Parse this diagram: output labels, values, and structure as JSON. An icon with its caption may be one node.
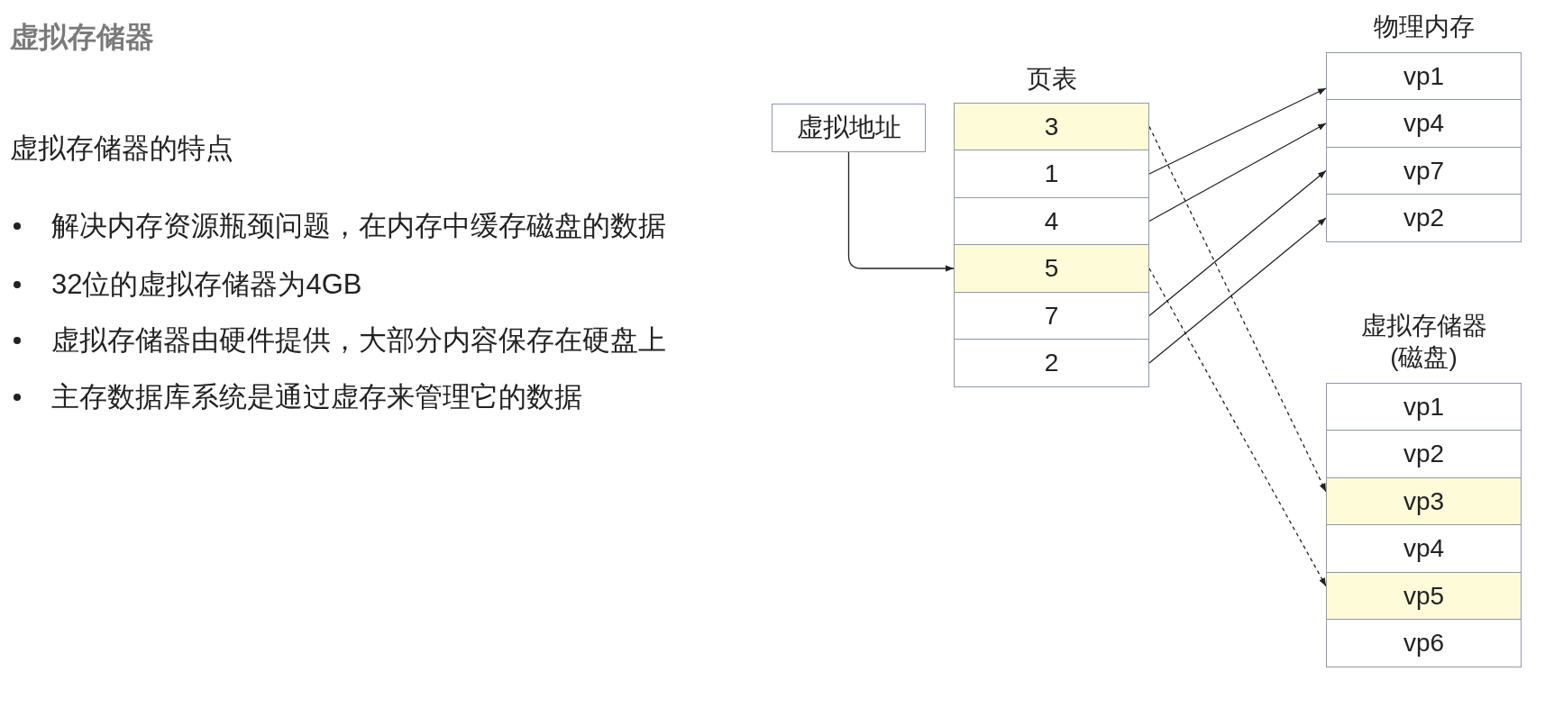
{
  "diagram": {
    "title": "虚拟存储器",
    "nodes": [
      {
        "text": [
          "虚拟地址"
        ]
      },
      {
        "text": [
          "页表"
        ]
      },
      {
        "text": [
          "3"
        ],
        "in": 1
      },
      {
        "text": [
          "1"
        ],
        "in": 1
      },
      {
        "text": [
          "4"
        ],
        "in": 1
      },
      {
        "text": [
          "5"
        ],
        "in": 1
      },
      {
        "text": [
          "7"
        ],
        "in": 1
      },
      {
        "text": [
          "2"
        ],
        "in": 1
      },
      {
        "text": [
          "物理内存"
        ]
      },
      {
        "text": [
          "vp1"
        ],
        "in": 8
      },
      {
        "text": [
          "vp4"
        ],
        "in": 8
      },
      {
        "text": [
          "vp7"
        ],
        "in": 8
      },
      {
        "text": [
          "vp2"
        ],
        "in": 8
      },
      {
        "text": [
          "虚拟存储器(磁盘)"
        ]
      },
      {
        "text": [
          "vp1"
        ],
        "in": 13
      },
      {
        "text": [
          "vp2"
        ],
        "in": 13
      },
      {
        "text": [
          "vp3"
        ],
        "in": 13
      },
      {
        "text": [
          "vp4"
        ],
        "in": 13
      },
      {
        "text": [
          "vp5"
        ],
        "in": 13
      },
      {
        "text": [
          "vp6"
        ],
        "in": 13
      }
    ],
    "edges": [
      {
        "from": 0,
        "to": 5,
        "arrow": "to"
      },
      {
        "from": 3,
        "to": 9,
        "arrow": "to"
      },
      {
        "from": 4,
        "to": 10,
        "arrow": "to"
      },
      {
        "from": 6,
        "to": 11,
        "arrow": "to"
      },
      {
        "from": 7,
        "to": 12,
        "arrow": "to"
      },
      {
        "from": 2,
        "to": 16,
        "arrow": "to",
        "style": "dashed"
      },
      {
        "from": 5,
        "to": 18,
        "arrow": "to",
        "style": "dashed"
      }
    ],
    "labels": [
      "虚拟存储器的特点",
      "解决内存资源瓶颈问题，在内存中缓存磁盘的数据",
      "32位的虚拟存储器为4GB",
      "虚拟存储器由硬件提供，大部分内容保存在硬盘上",
      "主存数据库系统是通过虚存来管理它的数据"
    ]
  }
}
